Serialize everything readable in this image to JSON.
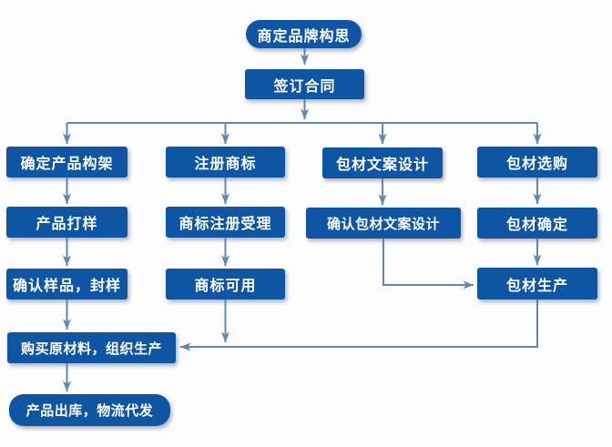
{
  "diagram": {
    "type": "flowchart",
    "language": "zh-CN",
    "colors": {
      "node_fill": "#0e56a3",
      "node_text": "#ffffff",
      "connector": "#5f87b8",
      "background": "#fdfdfd"
    },
    "nodes": {
      "n1": {
        "label": "商定品牌构思",
        "shape": "pill"
      },
      "n2": {
        "label": "签订合同",
        "shape": "rect"
      },
      "n3": {
        "label": "确定产品构架",
        "shape": "rect"
      },
      "n4": {
        "label": "注册商标",
        "shape": "rect"
      },
      "n5": {
        "label": "包材文案设计",
        "shape": "rect"
      },
      "n6": {
        "label": "包材选购",
        "shape": "rect"
      },
      "n7": {
        "label": "产品打样",
        "shape": "rect"
      },
      "n8": {
        "label": "商标注册受理",
        "shape": "rect"
      },
      "n9": {
        "label": "确认包材文案设计",
        "shape": "rect"
      },
      "n10": {
        "label": "包材确定",
        "shape": "rect"
      },
      "n11": {
        "label": "确认样品，封样",
        "shape": "rect"
      },
      "n12": {
        "label": "商标可用",
        "shape": "rect"
      },
      "n13": {
        "label": "包材生产",
        "shape": "rect"
      },
      "n14": {
        "label": "购买原材料，组织生产",
        "shape": "rect"
      },
      "n15": {
        "label": "产品出库，物流代发",
        "shape": "pill"
      }
    },
    "edges": [
      [
        "n1",
        "n2"
      ],
      [
        "n2",
        "n3"
      ],
      [
        "n2",
        "n4"
      ],
      [
        "n2",
        "n5"
      ],
      [
        "n2",
        "n6"
      ],
      [
        "n3",
        "n7"
      ],
      [
        "n7",
        "n11"
      ],
      [
        "n11",
        "n14"
      ],
      [
        "n14",
        "n15"
      ],
      [
        "n4",
        "n8"
      ],
      [
        "n8",
        "n12"
      ],
      [
        "n12",
        "n14"
      ],
      [
        "n5",
        "n9"
      ],
      [
        "n9",
        "n13"
      ],
      [
        "n6",
        "n10"
      ],
      [
        "n10",
        "n13"
      ],
      [
        "n13",
        "n14"
      ]
    ]
  }
}
